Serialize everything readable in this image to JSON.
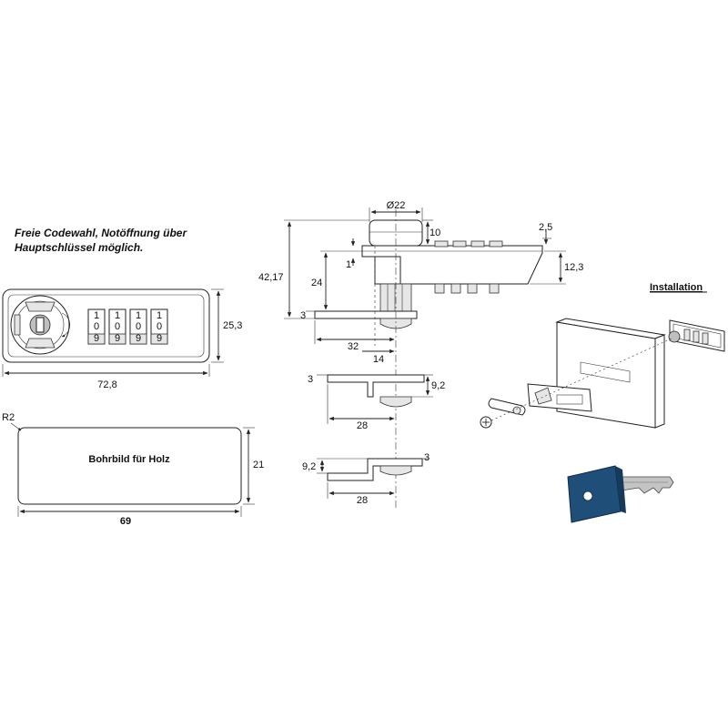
{
  "note": {
    "line1": "Freie Codewahl, Notöffnung über",
    "line2": "Hauptschlüssel möglich."
  },
  "front_view": {
    "width": "72,8",
    "height": "25,3",
    "digits_top": [
      "1",
      "1",
      "1",
      "1"
    ],
    "digits_mid": [
      "0",
      "0",
      "0",
      "0"
    ],
    "digits_bottom": [
      "9",
      "9",
      "9",
      "9"
    ]
  },
  "drill_pattern": {
    "label": "Bohrbild für Holz",
    "radius": "R2",
    "width": "69",
    "height": "21"
  },
  "side_view": {
    "diameter": "Ø22",
    "d10": "10",
    "d2_5": "2,5",
    "d12_3": "12,3",
    "d42_17": "42,17",
    "d24": "24",
    "d1": "1",
    "d3": "3",
    "d32": "32",
    "d14": "14"
  },
  "cam_1": {
    "d3": "3",
    "d9_2": "9,2",
    "d28": "28"
  },
  "cam_2": {
    "d9_2": "9,2",
    "d3": "3",
    "d28": "28"
  },
  "installation": {
    "title": "Installation"
  },
  "colors": {
    "line": "#222222",
    "key_head": "#1f4e79",
    "key_blade": "#bfbfbf"
  }
}
